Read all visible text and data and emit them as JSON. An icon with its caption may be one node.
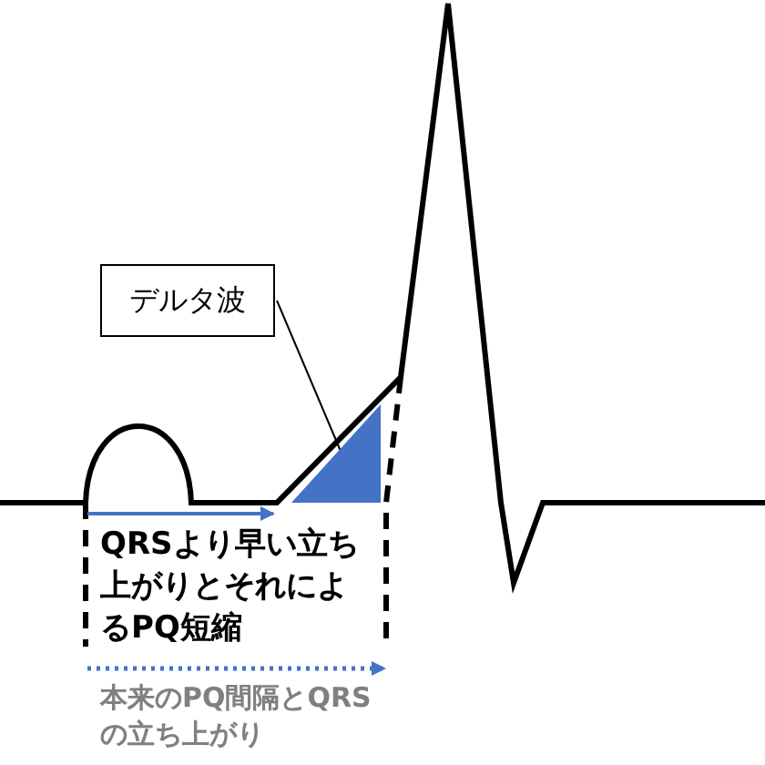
{
  "diagram": {
    "nodes": [
      {
        "text": [
          "デルタ波"
        ]
      },
      {
        "text": [],
        "shape": "triangle"
      }
    ],
    "edges": [
      {
        "from": 0,
        "to": 1,
        "arrow": "none"
      }
    ],
    "labels": [
      "QRSより早い立ち上がりとそれによるPQ短縮",
      "本来のPQ間隔とQRSの立ち上がり"
    ]
  }
}
